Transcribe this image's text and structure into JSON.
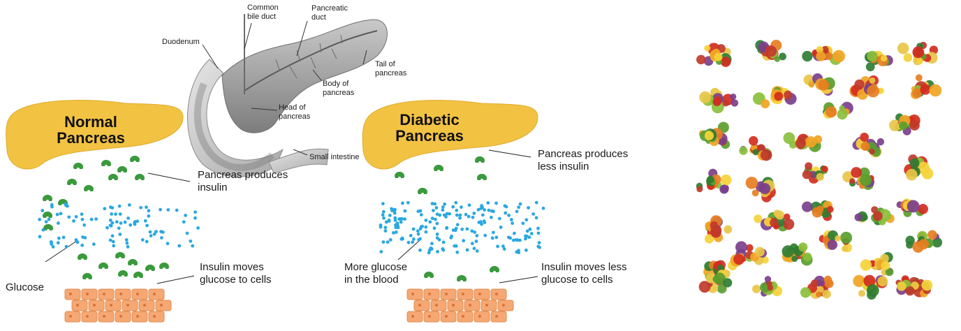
{
  "anatomy": {
    "common_bile_duct": "Common\nbile duct",
    "pancreatic_duct": "Pancreatic\nduct",
    "duodenum": "Duodenum",
    "tail": "Tail of\npancreas",
    "body": "Body of\npancreas",
    "head": "Head of\npancreas",
    "small_intestine": "Small intestine"
  },
  "normal": {
    "title": "Normal\nPancreas",
    "produces": "Pancreas produces\ninsulin",
    "glucose": "Glucose",
    "moves": "Insulin moves\nglucose to cells"
  },
  "diabetic": {
    "title": "Diabetic\nPancreas",
    "produces": "Pancreas produces\nless insulin",
    "more_glucose": "More glucose\nin the blood",
    "moves": "Insulin moves less\nglucose to cells"
  },
  "colors": {
    "pancreas": "#f2c243",
    "insulin": "#3a9a3c",
    "glucose": "#2aa8e0",
    "cells": "#f5a873",
    "anatomy_gray": "#9a9a9a"
  }
}
